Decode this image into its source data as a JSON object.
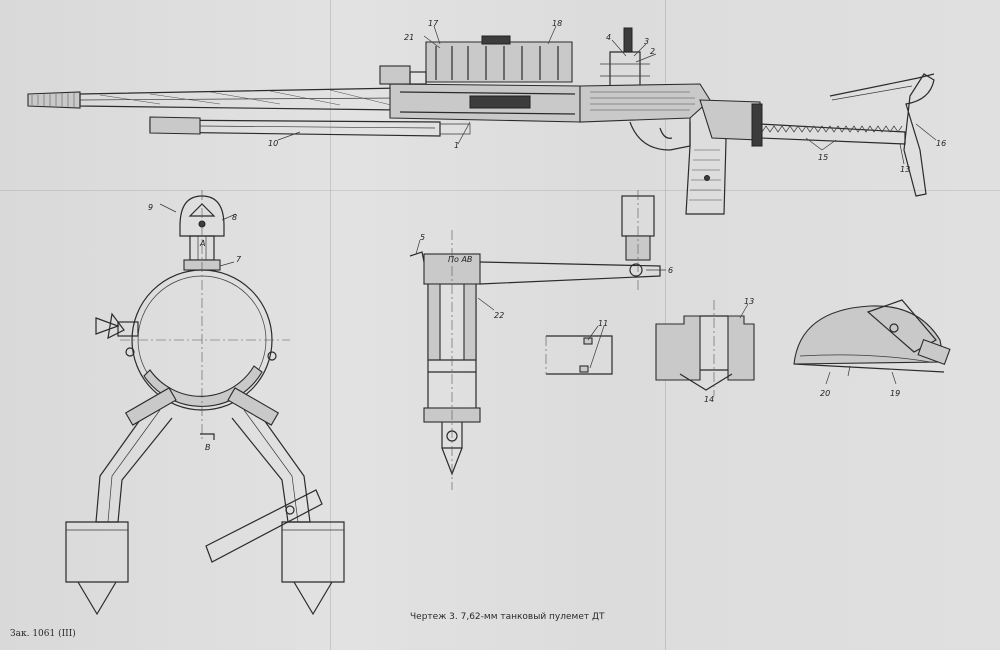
{
  "caption": "Чертеж 3. 7,62-мм танковый пулемет ДТ",
  "order_number": "Зак. 1061 (III)",
  "section_label": "По АВ",
  "view_letters": {
    "a": "A",
    "b": "B"
  },
  "callouts": {
    "n1": "1",
    "n2": "2",
    "n3": "3",
    "n4": "4",
    "n5": "5",
    "n6": "6",
    "n7": "7",
    "n8": "8",
    "n9": "9",
    "n10": "10",
    "n11": "11",
    "n13": "13",
    "n14": "14",
    "n15": "15",
    "n16": "16",
    "n17": "17",
    "n18": "18",
    "n19": "19",
    "n20": "20",
    "n21": "21",
    "n22": "22"
  }
}
